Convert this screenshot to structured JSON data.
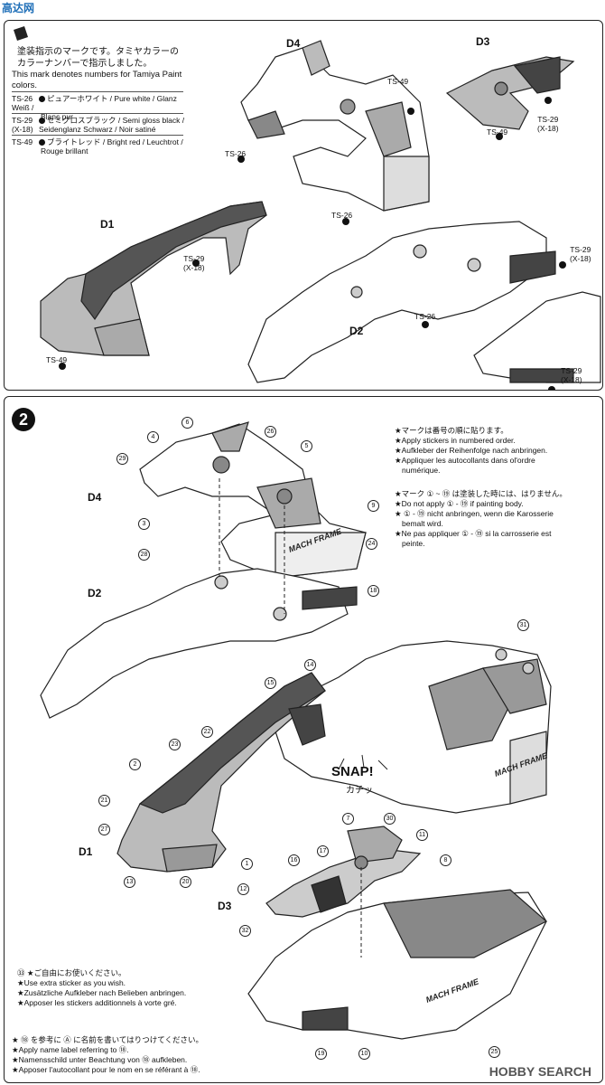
{
  "site_logo": "高达网",
  "panel1": {
    "legend_jp_line1": "塗装指示のマークです。タミヤカラーの",
    "legend_jp_line2": "カラーナンバーで指示しました。",
    "legend_en_line1": "This mark denotes numbers for Tamiya Paint",
    "legend_en_line2": "colors.",
    "paints": [
      {
        "code": "TS-26",
        "line1": "ピュアーホワイト / Pure white / Glanz Weiß /",
        "line2": "Blanc pur"
      },
      {
        "code": "TS-29",
        "line1": "セミグロスブラック / Semi gloss black /",
        "line2": "Seidenglanz Schwarz / Noir satiné",
        "sub": "(X-18)"
      },
      {
        "code": "TS-49",
        "line1": "ブライトレッド / Bright red / Leuchtrot /",
        "line2": "Rouge brillant"
      }
    ],
    "parts": {
      "d4": "D4",
      "d3": "D3",
      "d1": "D1",
      "d2": "D2"
    },
    "callouts": {
      "d4_ts49": "TS-49",
      "d4_ts26_left": "TS-26",
      "d4_ts26_bottom": "TS-26",
      "d3_ts29": "TS-29",
      "d3_x18": "(X-18)",
      "d3_ts49": "TS-49",
      "d1_ts29": "TS-29",
      "d1_x18": "(X-18)",
      "d1_ts49": "TS-49",
      "d2_ts29": "TS-29",
      "d2_x18": "(X-18)",
      "d2_ts26": "TS-26",
      "d2b_ts29": "TS-29",
      "d2b_x18": "(X-18)"
    }
  },
  "panel2": {
    "step": "2",
    "notes_a": [
      "★マークは番号の順に貼ります。",
      "★Apply stickers in numbered order.",
      "★Aufkleber der Reihenfolge nach anbringen.",
      "★Appliquer les autocollants dans ol'ordre",
      "numérique."
    ],
    "notes_b": [
      "★マーク ① ~ ⑲ は塗装した時には、はりません。",
      "★Do not apply ① - ⑲ if painting body.",
      "★ ① - ⑲ nicht anbringen, wenn die Karosserie",
      "bemalt wird.",
      "★Ne pas appliquer ① - ⑲ si la carrosserie est",
      "peinte."
    ],
    "notes_c": [
      "㉝ ★ご自由にお使いください。",
      "★Use extra sticker as you wish.",
      "★Zusätzliche Aufkleber nach Belieben anbringen.",
      "★Apposer les stickers additionnels à vorte gré."
    ],
    "notes_d": [
      "★ ⑱ を参考に Ⓐ に名前を書いてはりつけてください。",
      "★Apply name label referring to ⑱.",
      "★Namensschild unter Beachtung von ⑱ aufkleben.",
      "★Apposer l'autocollant pour le nom en se référant à ⑱."
    ],
    "parts": {
      "d4": "D4",
      "d2": "D2",
      "d1": "D1",
      "d3": "D3"
    },
    "snap": "SNAP!",
    "snap_jp": "カチッ",
    "decal_text": "MACH FRAME",
    "stickers": [
      "6",
      "4",
      "26",
      "29",
      "5",
      "9",
      "3",
      "28",
      "24",
      "18",
      "31",
      "15",
      "14",
      "22",
      "23",
      "2",
      "21",
      "27",
      "13",
      "20",
      "1",
      "7",
      "30",
      "11",
      "8",
      "16",
      "17",
      "12",
      "32",
      "19",
      "10",
      "25"
    ]
  },
  "watermark": "HOBBY SEARCH"
}
